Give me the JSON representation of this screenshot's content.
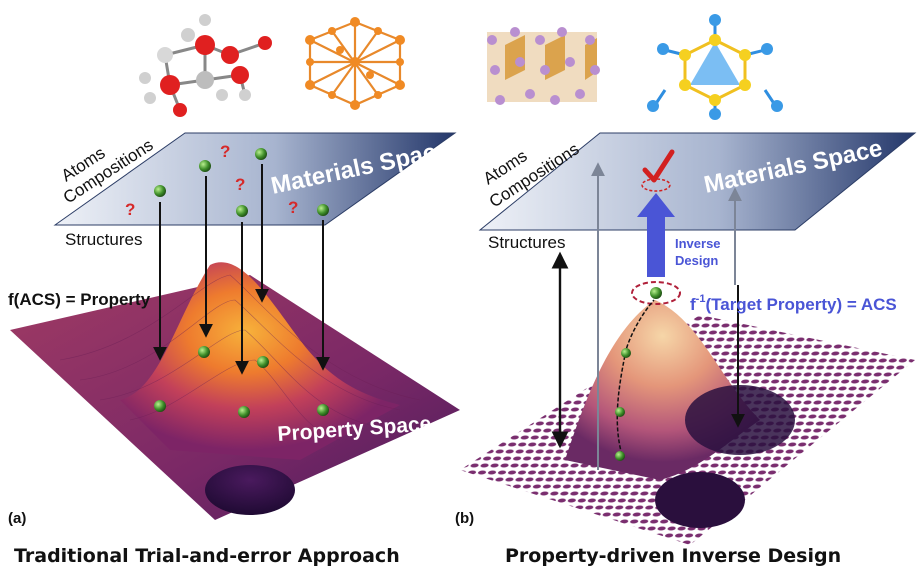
{
  "left_panel": {
    "plane_labels": {
      "atoms": "Atoms",
      "compositions": "Compositions",
      "structures": "Structures"
    },
    "materials_space": "Materials Space",
    "function_label": "f(ACS) = Property",
    "property_space": "Property Space",
    "letter": "(a)",
    "caption": "Traditional Trial-and-error Approach",
    "question_mark": "?"
  },
  "right_panel": {
    "plane_labels": {
      "atoms": "Atoms",
      "compositions": "Compositions",
      "structures": "Structures"
    },
    "materials_space": "Materials Space",
    "inverse_design": [
      "Inverse",
      "Design"
    ],
    "inverse_function": {
      "f": "f",
      "sup": "-1",
      "rest": "(Target Property) = ACS"
    },
    "letter": "(b)",
    "caption": "Property-driven Inverse Design"
  },
  "colors": {
    "plane_dark": "#24376a",
    "plane_light": "#dfe5f0",
    "surface_low": "#8a2a6a",
    "surface_high": "#f4a63a",
    "arrow_blue": "#4a55d6",
    "check_red": "#d22020",
    "node_green": "#3f8f2a"
  },
  "icons": [
    "molecule-icon",
    "crystal-cluster-icon",
    "layered-crystal-icon",
    "triangle-molecule-icon"
  ]
}
